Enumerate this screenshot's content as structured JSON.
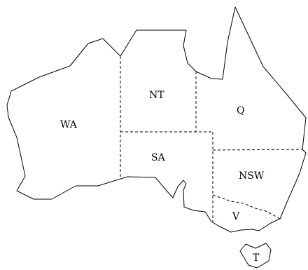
{
  "regions": {
    "wa": "WA",
    "nt": "NT",
    "q": "Q",
    "sa": "SA",
    "nsw": "NSW",
    "v": "V",
    "t": "T"
  },
  "colors": {
    "stroke": "#000000",
    "background": "#ffffff"
  }
}
